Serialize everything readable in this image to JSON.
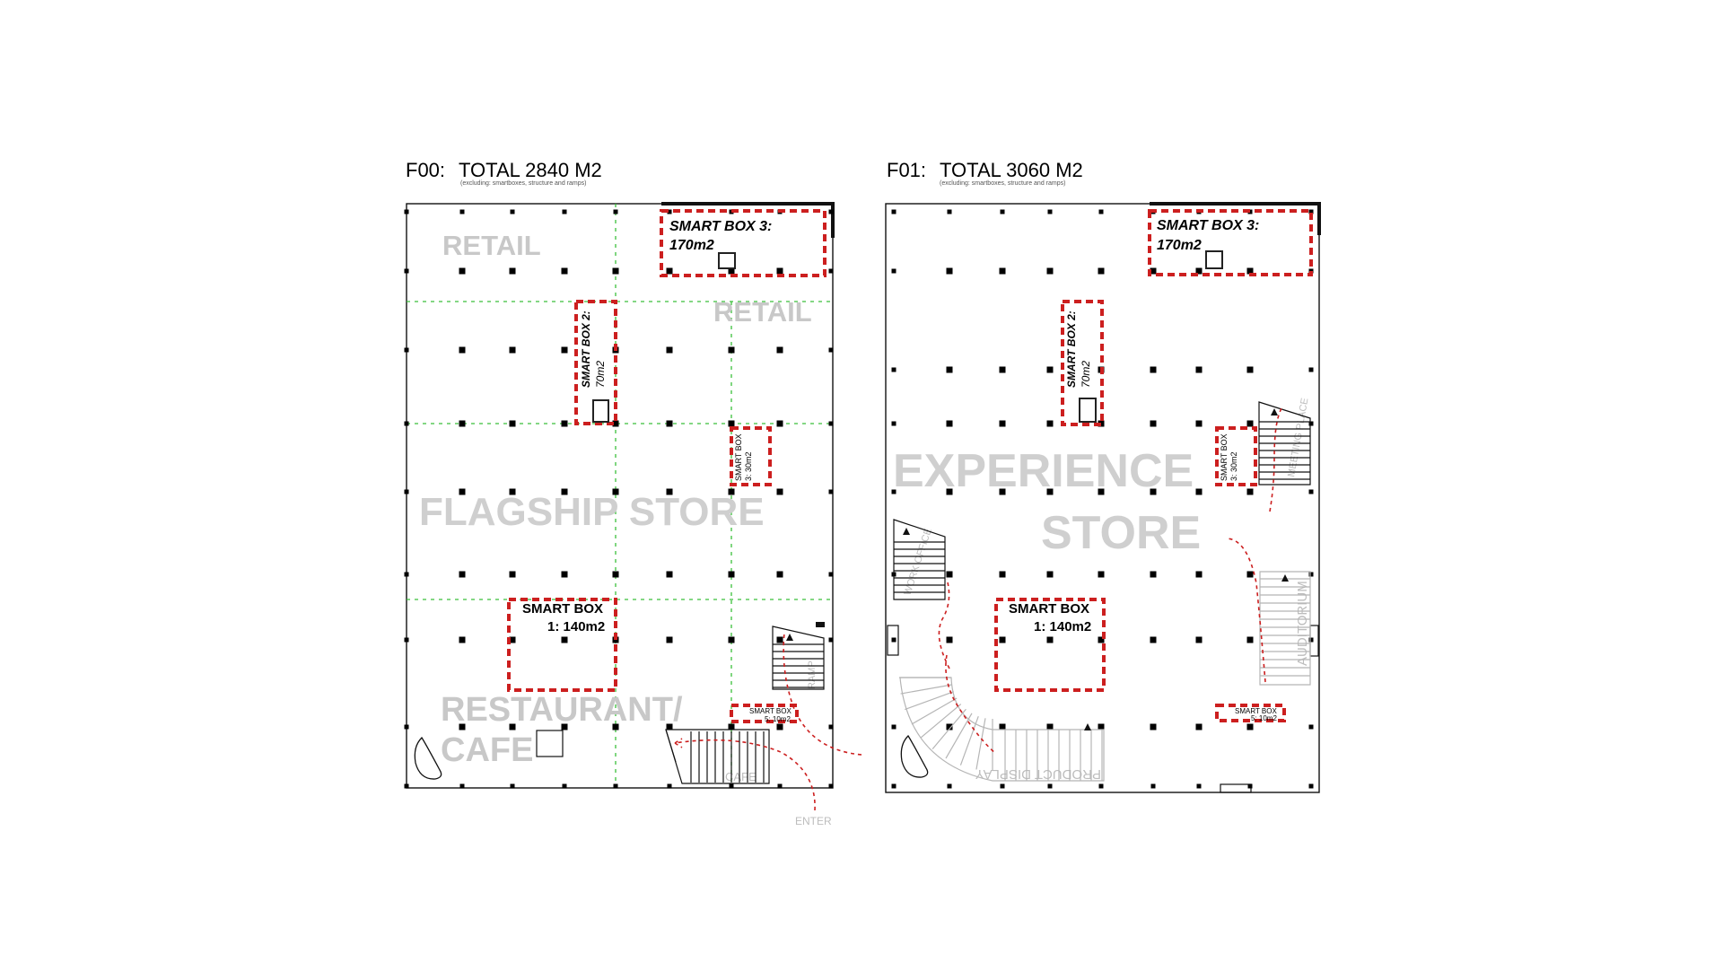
{
  "floors": [
    {
      "label": "F00:",
      "total": "TOTAL 2840 M2",
      "note": "(excluding: smartboxes, structure and ramps)",
      "zones": {
        "retail_a": "RETAIL",
        "retail_b": "RETAIL",
        "flagship": "FLAGSHIP STORE",
        "restaurant_l1": "RESTAURANT/",
        "restaurant_l2": "CAFE",
        "cafe_small": "CAFE",
        "ramp_label": "RAMP",
        "entrance": "ENTER"
      },
      "boxes": {
        "box3_l1": "SMART BOX 3:",
        "box3_l2": "170m2",
        "box2_l1": "SMART BOX 2:",
        "box2_l2": "70m2",
        "box3s_l1": "SMART BOX",
        "box3s_l2": "3: 30m2",
        "box1_l1": "SMART BOX",
        "box1_l2": "1: 140m2",
        "box5_l1": "SMART BOX",
        "box5_l2": "5: 10m2"
      }
    },
    {
      "label": "F01:",
      "total": "TOTAL 3060 M2",
      "note": "(excluding: smartboxes, structure and ramps)",
      "zones": {
        "experience_l1": "EXPERIENCE",
        "experience_l2": "STORE",
        "auditorium": "AUDITORIUM",
        "product_display": "PRODUCT DISPLAY",
        "work_office": "WORK OFFICE",
        "meeting_place": "MEETING PLACE"
      },
      "boxes": {
        "box3_l1": "SMART BOX 3:",
        "box3_l2": "170m2",
        "box2_l1": "SMART BOX 2:",
        "box2_l2": "70m2",
        "box3s_l1": "SMART BOX",
        "box3s_l2": "3: 30m2",
        "box1_l1": "SMART BOX",
        "box1_l2": "1: 140m2",
        "box5_l1": "SMART BOX",
        "box5_l2": "5: 10m2"
      }
    }
  ],
  "colors": {
    "smart_box_dash": "#cc1f1f",
    "circulation_route": "#cc1f1f",
    "retail_grid": "#3bbf3b",
    "zone_label": "#c8c8c8"
  },
  "icons": [
    "column-marker",
    "stair-icon",
    "ramp-arrow-icon",
    "entrance-route"
  ]
}
